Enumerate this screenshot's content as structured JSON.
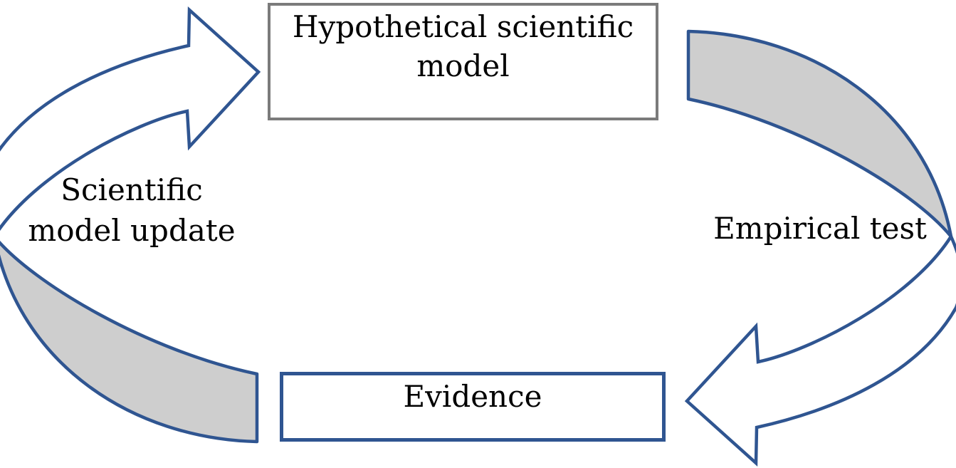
{
  "background": "#FFFFFF",
  "colors": {
    "background": "#FFFFFF",
    "arrow_stroke": "#2F5591",
    "arrow_back_fill": "#CECECE",
    "arrow_front_fill": "#FFFFFF",
    "model_box_border": "#7B7B7B",
    "evidence_box_border": "#2F5591",
    "text_color": "#000000"
  },
  "nodes": [
    {
      "id": "hypothetical-scientific-model",
      "label": "Hypothetical scientific model",
      "shape": "rectangle",
      "position": "top-center"
    },
    {
      "id": "evidence",
      "label": "Evidence",
      "shape": "rectangle",
      "position": "bottom-center"
    }
  ],
  "edges": [
    {
      "id": "empirical-test",
      "label": "Empirical test",
      "from": "hypothetical-scientific-model",
      "to": "evidence",
      "side": "right",
      "style": "curved-block-arrow"
    },
    {
      "id": "scientific-model-update",
      "label": "Scientific model update",
      "lines": [
        "Scientific",
        "model update"
      ],
      "from": "evidence",
      "to": "hypothetical-scientific-model",
      "side": "left",
      "style": "curved-block-arrow"
    }
  ]
}
